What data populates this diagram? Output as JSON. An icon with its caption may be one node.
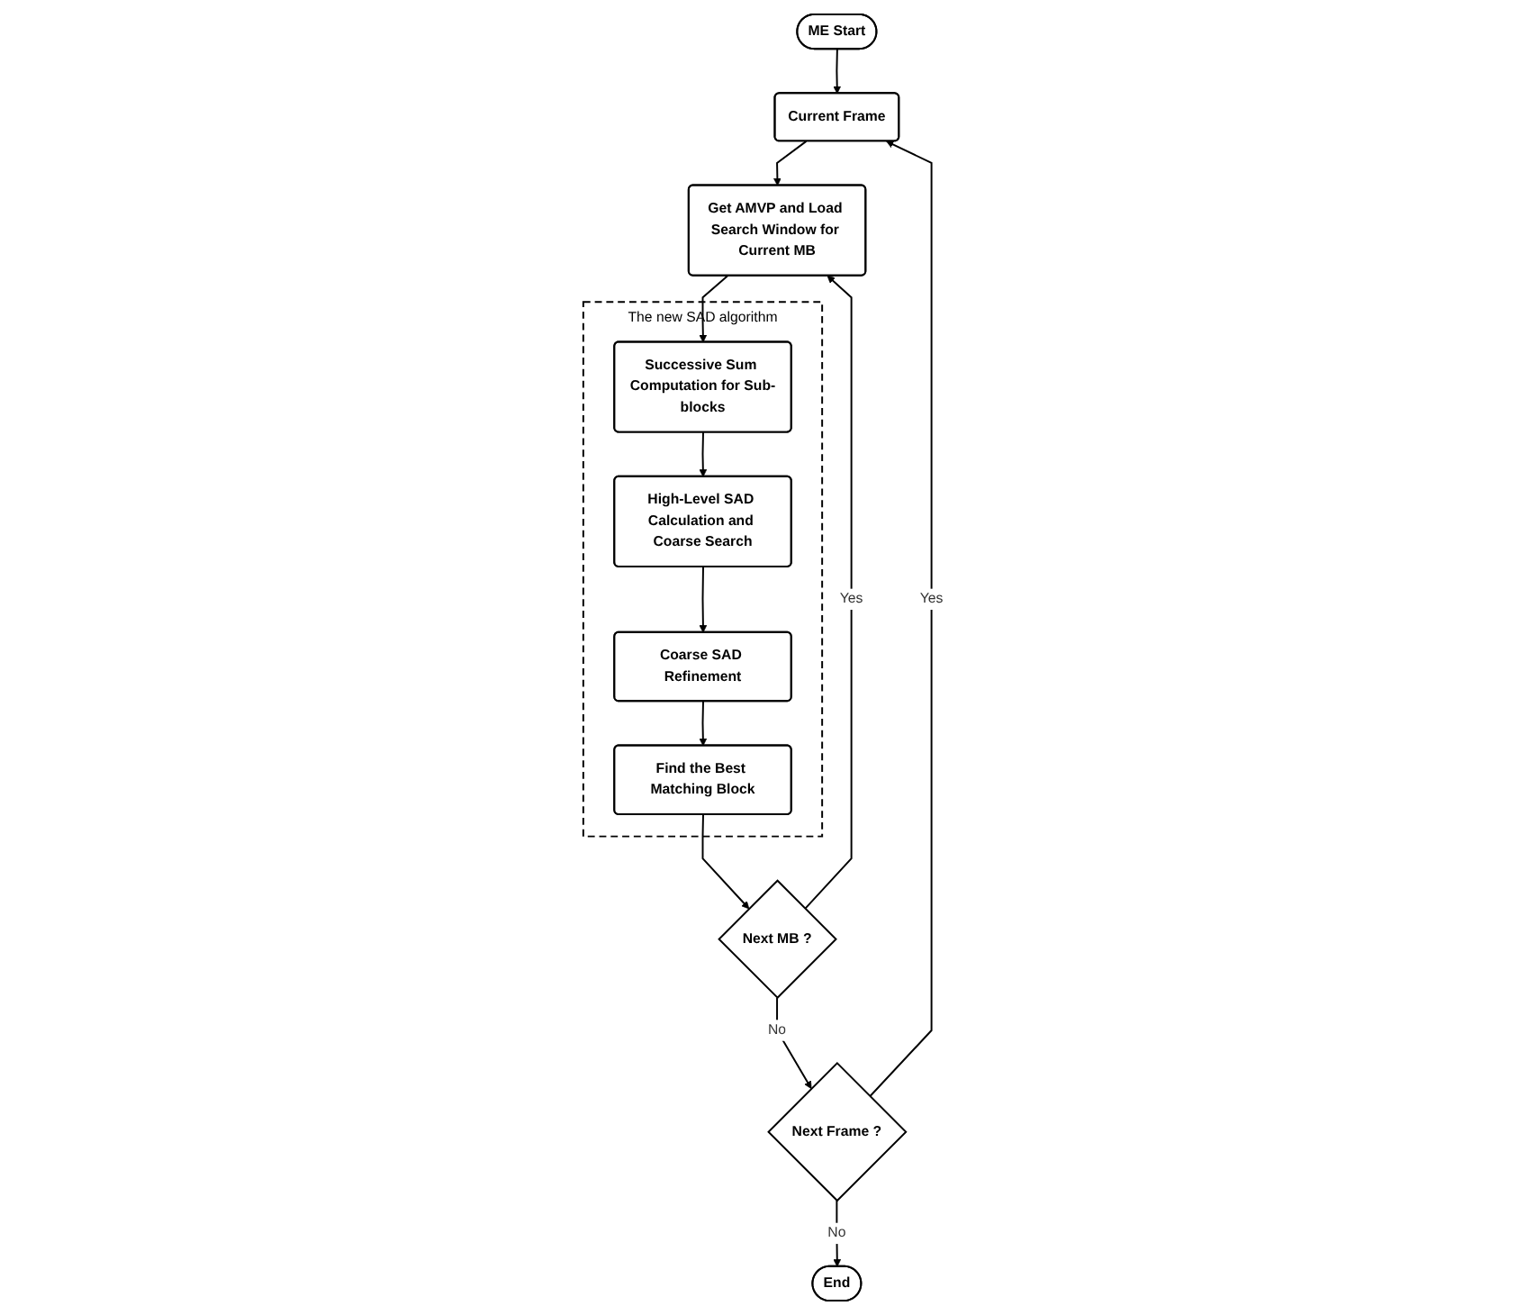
{
  "diagram": {
    "nodes": [
      {
        "text": [
          "ME Start"
        ]
      },
      {
        "text": [
          "Current Frame"
        ]
      },
      {
        "text": [
          "Get AMVP and Load Search Window for Current MB"
        ]
      },
      {
        "text": [
          "The new SAD algorithm"
        ]
      },
      {
        "text": [
          "Successive Sum Computation for Sub-blocks"
        ],
        "in": 3
      },
      {
        "text": [
          "High-Level SAD Calculation and Coarse Search"
        ],
        "in": 3
      },
      {
        "text": [
          "Coarse SAD Refinement"
        ],
        "in": 3
      },
      {
        "text": [
          "Find the Best Matching Block"
        ],
        "in": 3
      },
      {
        "text": [
          "Next MB ?"
        ]
      },
      {
        "text": [
          "Next Frame ?"
        ]
      },
      {
        "text": [
          "End"
        ]
      }
    ],
    "edges": [
      {
        "from": 0,
        "to": 1,
        "arrow": "to"
      },
      {
        "from": 1,
        "to": 2,
        "arrow": "to"
      },
      {
        "from": 2,
        "to": 4,
        "arrow": "to"
      },
      {
        "from": 4,
        "to": 5,
        "arrow": "to"
      },
      {
        "from": 5,
        "to": 6,
        "arrow": "to"
      },
      {
        "from": 6,
        "to": 7,
        "arrow": "to"
      },
      {
        "from": 7,
        "to": 8,
        "arrow": "to"
      },
      {
        "from": 8,
        "to": 2,
        "arrow": "to",
        "label": "Yes"
      },
      {
        "from": 8,
        "to": 9,
        "arrow": "to",
        "label": "No"
      },
      {
        "from": 9,
        "to": 1,
        "arrow": "to",
        "label": "Yes"
      },
      {
        "from": 9,
        "to": 10,
        "arrow": "to",
        "label": "No"
      }
    ]
  }
}
